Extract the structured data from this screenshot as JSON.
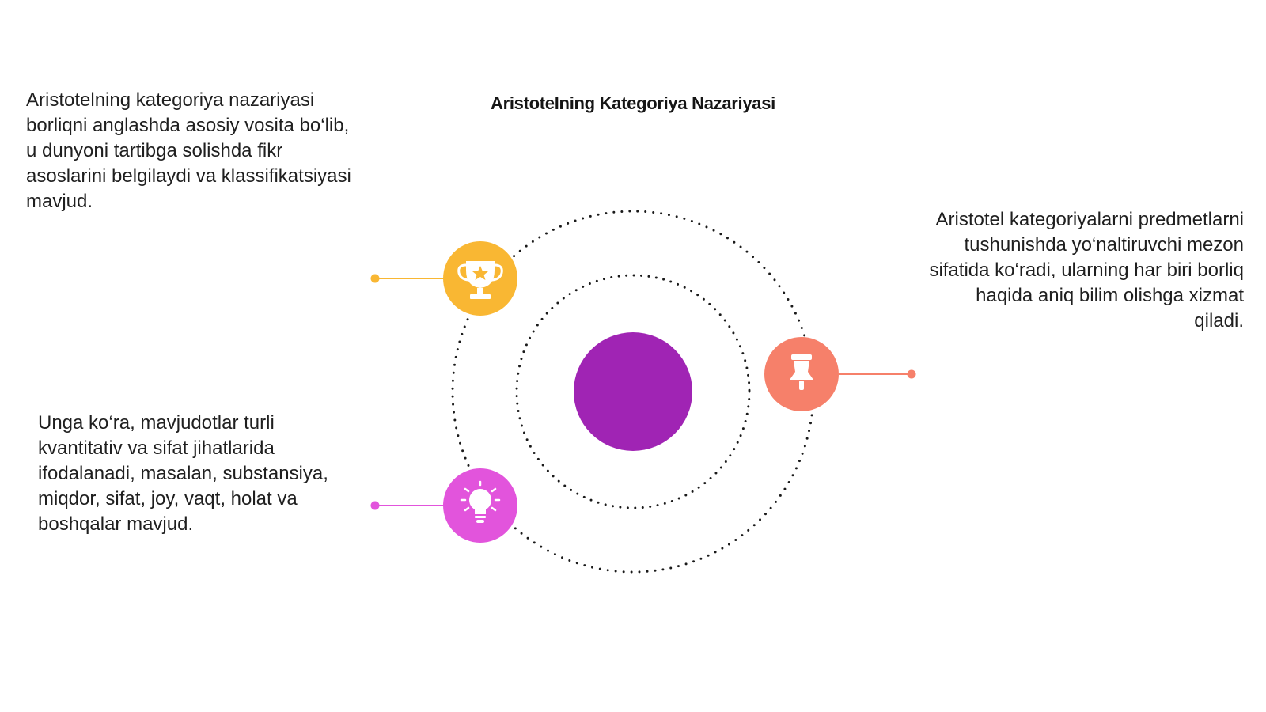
{
  "title": "Aristotelning Kategoriya Nazariyasi",
  "items": [
    {
      "icon": "trophy-icon",
      "color": "#F9B733",
      "text": "Aristotelning kategoriya nazariyasi borliqni anglashda asosiy vosita bo‘lib, u dunyoni tartibga solishda fikr asoslarini belgilaydi va klassifikatsiyasi mavjud."
    },
    {
      "icon": "pushpin-icon",
      "color": "#F6806A",
      "text": "Aristotel kategoriyalarni predmetlarni tushunishda yo‘naltiruvchi mezon sifatida ko‘radi, ularning har biri borliq haqida aniq bilim olishga xizmat qiladi."
    },
    {
      "icon": "lightbulb-icon",
      "color": "#E254DC",
      "text": "Unga ko‘ra, mavjudotlar turli kvantitativ va sifat jihatlarida ifodalanadi, masalan, substansiya, miqdor, sifat, joy, vaqt, holat va boshqalar mavjud."
    }
  ],
  "center_color": "#A024B4"
}
